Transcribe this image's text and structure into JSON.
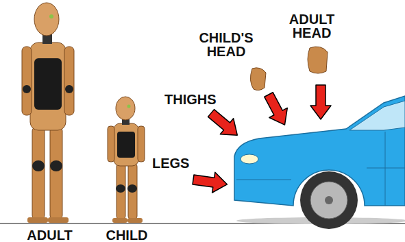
{
  "diagram": {
    "labels": [
      "CHILD'S HEAD",
      "ADULT HEAD",
      "THIGHS",
      "LEGS",
      "ADULT",
      "CHILD"
    ]
  }
}
